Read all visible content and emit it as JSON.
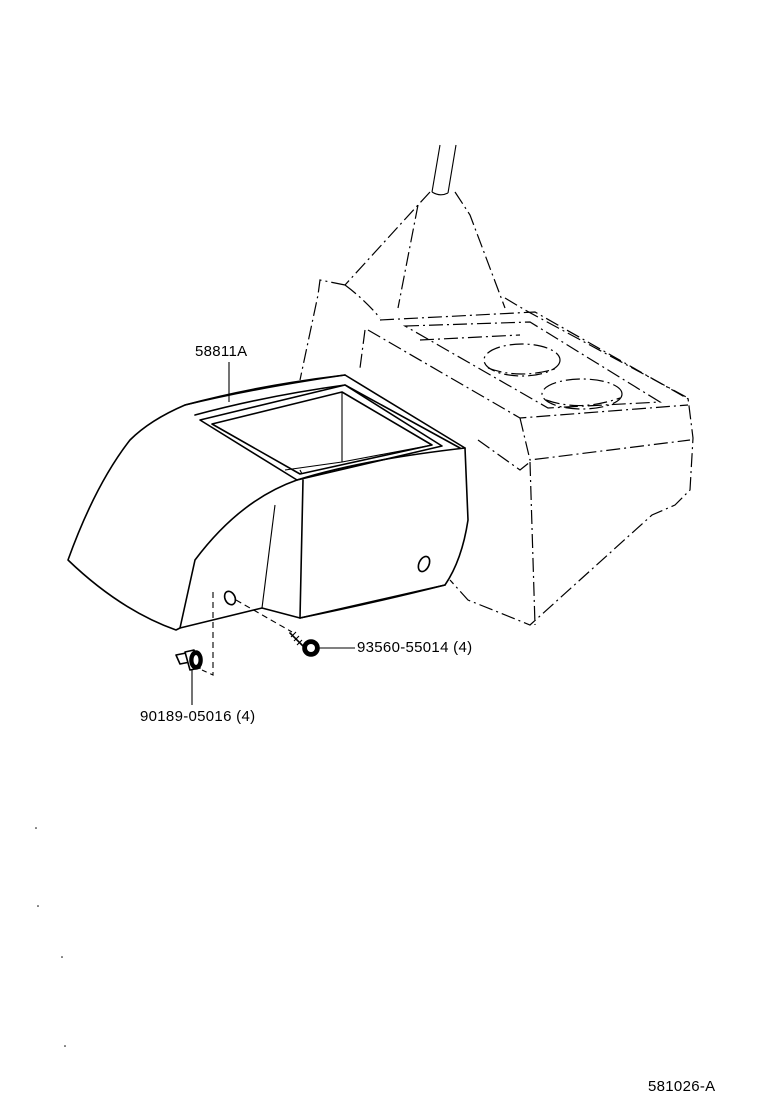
{
  "diagram_code": "581026-A",
  "parts": [
    {
      "number": "58811A"
    },
    {
      "number": "93560-55014 (4)"
    },
    {
      "number": "90189-05016 (4)"
    }
  ]
}
